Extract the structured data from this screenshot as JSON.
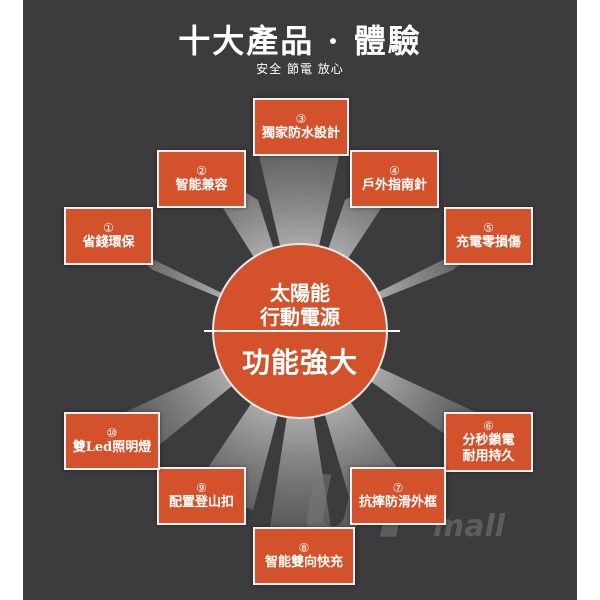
{
  "header": {
    "title": "十大產品 · 體驗",
    "subtitle": "安全 節電 放心"
  },
  "center": {
    "line1": "太陽能",
    "line2": "行動電源",
    "main": "功能強大"
  },
  "features": [
    {
      "num": "①",
      "label": "省錢環保"
    },
    {
      "num": "②",
      "label": "智能兼容"
    },
    {
      "num": "③",
      "label": "獨家防水設計"
    },
    {
      "num": "④",
      "label": "戶外指南針"
    },
    {
      "num": "⑤",
      "label": "充電零損傷"
    },
    {
      "num": "⑥",
      "label": "分秒鎖電",
      "label2": "耐用持久"
    },
    {
      "num": "⑦",
      "label": "抗摔防滑外框"
    },
    {
      "num": "⑧",
      "label": "智能雙向快充"
    },
    {
      "num": "⑨",
      "label": "配置登山扣"
    },
    {
      "num": "⑩",
      "label": "雙Led照明燈"
    }
  ],
  "watermark": {
    "big": "UT",
    "small": "mall"
  },
  "colors": {
    "background": "#3c3c3e",
    "accent": "#d4522b",
    "text": "#ffffff"
  }
}
